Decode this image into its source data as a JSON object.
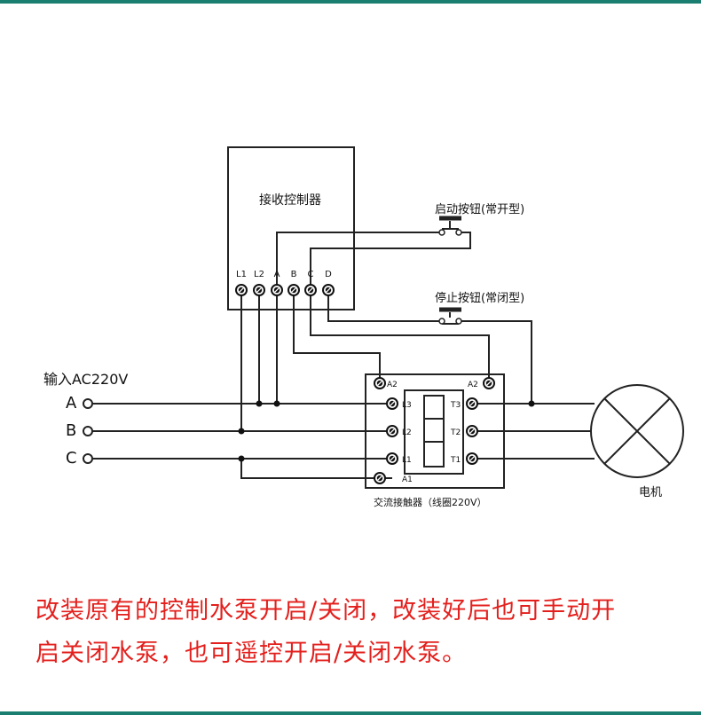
{
  "colors": {
    "band": "#1a7f70",
    "caption": "#e3201d",
    "wire": "#222222"
  },
  "receiver": {
    "title": "接收控制器",
    "terminals": [
      "L1",
      "L2",
      "A",
      "B",
      "C",
      "D"
    ]
  },
  "start_button": {
    "label": "启动按钮(常开型)"
  },
  "stop_button": {
    "label": "停止按钮(常闭型)"
  },
  "input": {
    "label": "输入AC220V",
    "phases": [
      "A",
      "B",
      "C"
    ]
  },
  "contactor": {
    "caption": "交流接触器（线圈220V）",
    "left_terminals": [
      "A2",
      "L3",
      "L2",
      "L1",
      "A1"
    ],
    "right_terminals": [
      "A2",
      "T3",
      "T2",
      "T1"
    ]
  },
  "motor": {
    "label": "电机"
  },
  "caption": {
    "line1": "改装原有的控制水泵开启/关闭，改装好后也可手动开",
    "line2": "启关闭水泵，也可遥控开启/关闭水泵。"
  }
}
